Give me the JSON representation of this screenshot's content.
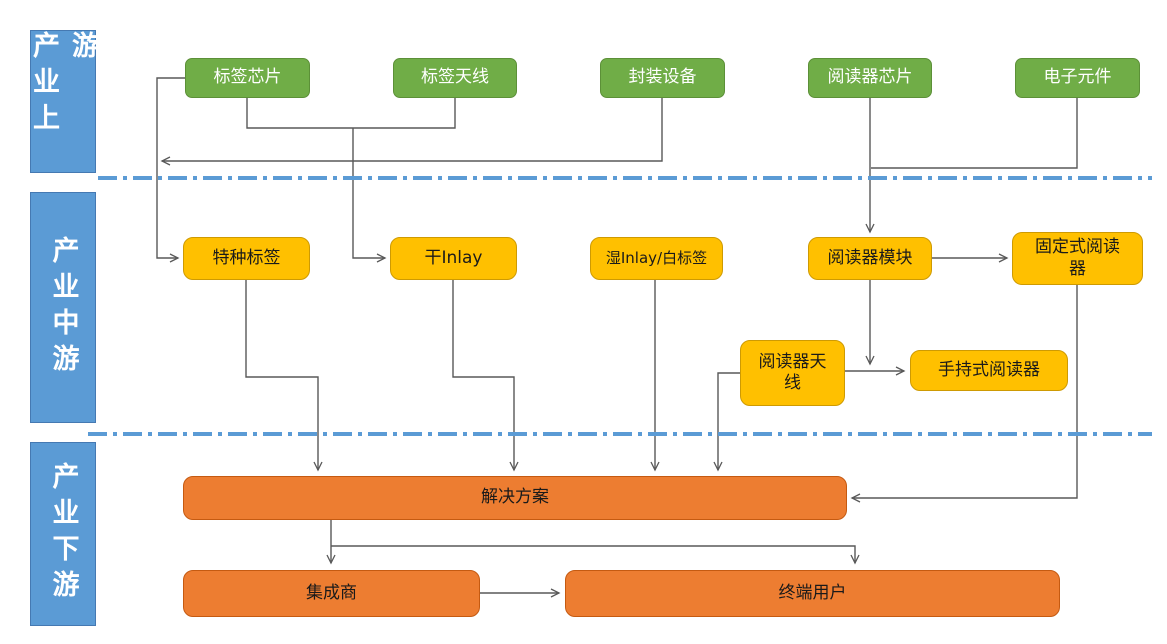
{
  "diagram": {
    "zones": {
      "up": "产业上游",
      "mid": "产业中游",
      "down": "产业下游"
    },
    "nodes": {
      "tag_chip": "标签芯片",
      "tag_antenna": "标签天线",
      "packaging_equipment": "封装设备",
      "reader_chip": "阅读器芯片",
      "electronic_components": "电子元件",
      "special_tag": "特种标签",
      "dry_inlay": "干Inlay",
      "wet_inlay": "湿Inlay/白标签",
      "reader_module": "阅读器模块",
      "fixed_reader": "固定式阅读\n器",
      "reader_antenna": "阅读器天\n线",
      "handheld_reader": "手持式阅读器",
      "solutions": "解决方案",
      "integrator": "集成商",
      "end_user": "终端用户"
    },
    "colors": {
      "zone_fill": "#5B9BD5",
      "upstream_fill": "#70AD47",
      "midstream_fill": "#FFC000",
      "downstream_fill": "#ED7D31",
      "separator": "#5B9BD5",
      "connector": "#595959"
    }
  }
}
